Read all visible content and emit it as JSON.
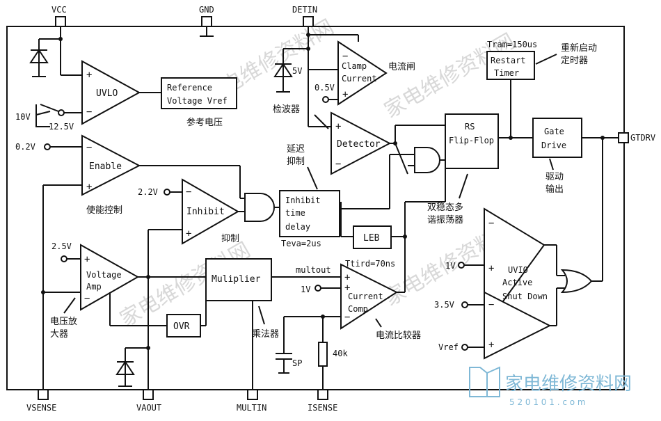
{
  "pins": {
    "vcc": "VCC",
    "gnd": "GND",
    "detin": "DETIN",
    "gtdrv": "GTDRV",
    "vsense": "VSENSE",
    "vaout": "VAOUT",
    "multin": "MULTIN",
    "isense": "ISENSE"
  },
  "blocks": {
    "uvlo": "UVLO",
    "reference_line1": "Reference",
    "reference_line2": "Voltage Vref",
    "enable": "Enable",
    "inhibit": "Inhibit",
    "voltage_amp_line1": "Voltage",
    "voltage_amp_line2": "Amp",
    "clamp_line1": "Clamp",
    "clamp_line2": "Current",
    "detector": "Detector",
    "inhibit_delay_line1": "Inhibit",
    "inhibit_delay_line2": "time",
    "inhibit_delay_line3": "delay",
    "leb": "LEB",
    "multiplier": "Muliplier",
    "ovr": "OVR",
    "current_comp_line1": "Current",
    "current_comp_line2": "Comp",
    "rs_line1": "RS",
    "rs_line2": "Flip-Flop",
    "restart_line1": "Restart",
    "restart_line2": "Timer",
    "gate_line1": "Gate",
    "gate_line2": "Drive",
    "uvio_line1": "UVIO",
    "uvio_line2": "Active",
    "uvio_line3": "Shut Down"
  },
  "labels": {
    "v10": "10V",
    "v12_5": "12.5V",
    "v0_2": "0.2V",
    "v2_2": "2.2V",
    "v2_5": "2.5V",
    "v5": "5V",
    "v0_5": "0.5V",
    "v1_cc": "1V",
    "v1_uv": "1V",
    "v3_5": "3.5V",
    "vref": "Vref",
    "tram": "Tram=150us",
    "teva": "Teva=2us",
    "ttird": "Ttird=70ns",
    "multout": "multout",
    "r40k": "40k",
    "sp": "SP",
    "cn_clamp": "电流闸",
    "cn_detector": "检波器",
    "cn_delay_1": "延迟",
    "cn_delay_2": "抑制",
    "cn_ref": "参考电压",
    "cn_enable": "使能控制",
    "cn_inhibit": "抑制",
    "cn_restart_1": "重新启动",
    "cn_restart_2": "定时器",
    "cn_rs_1": "双稳态多",
    "cn_rs_2": "谐振荡器",
    "cn_drive_1": "驱动",
    "cn_drive_2": "输出",
    "cn_amp_1": "电压放",
    "cn_amp_2": "大器",
    "cn_mult": "乘法器",
    "cn_comp": "电流比较器"
  },
  "watermark": {
    "logo_cn": "家电维修资料网",
    "logo_url": "5 2 0 1 0 1 . c o m"
  }
}
